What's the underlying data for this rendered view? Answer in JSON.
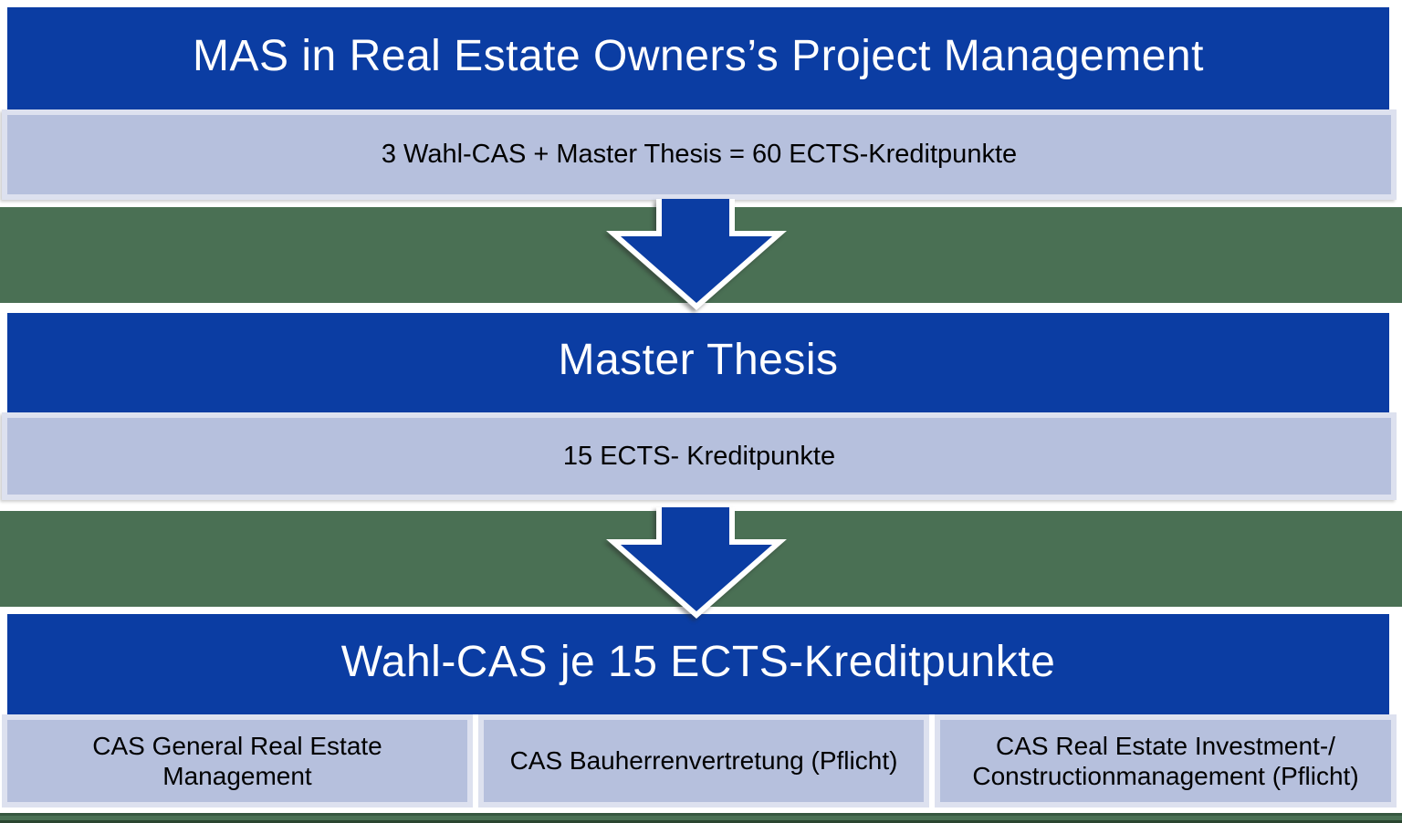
{
  "colors": {
    "background_green": "#4A7054",
    "banner_blue": "#0B3DA3",
    "panel_lavender": "#B6C0DD",
    "panel_border": "#DDE1EF",
    "frame_white": "#FFFFFF"
  },
  "sections": {
    "top": {
      "banner": "MAS in Real Estate Owners’s Project Management",
      "subtitle": "3 Wahl-CAS + Master Thesis = 60 ECTS-Kreditpunkte"
    },
    "middle": {
      "banner": "Master Thesis",
      "subtitle": "15 ECTS- Kreditpunkte"
    },
    "bottom": {
      "banner": "Wahl-CAS je 15 ECTS-Kreditpunkte",
      "cas_options": [
        "CAS General Real Estate Management",
        "CAS Bauherrenvertretung (Pflicht)",
        "CAS Real Estate Investment-/ Constructionmanagement (Pflicht)"
      ]
    }
  },
  "icons": {
    "arrow_1": "down-arrow",
    "arrow_2": "down-arrow"
  }
}
